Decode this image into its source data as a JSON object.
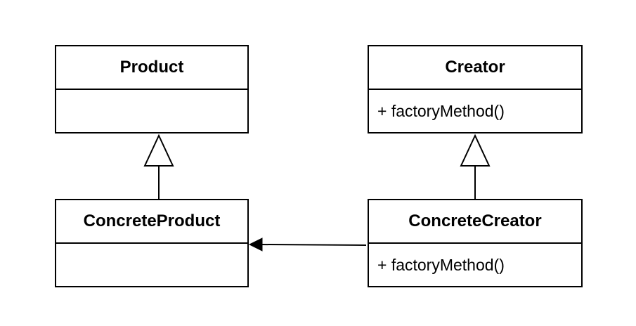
{
  "classes": {
    "product": {
      "name": "Product",
      "members": []
    },
    "creator": {
      "name": "Creator",
      "members": [
        "+ factoryMethod()"
      ]
    },
    "concrete_product": {
      "name": "ConcreteProduct",
      "members": []
    },
    "concrete_creator": {
      "name": "ConcreteCreator",
      "members": [
        "+ factoryMethod()"
      ]
    }
  },
  "relations": [
    {
      "type": "inheritance",
      "from": "ConcreteProduct",
      "to": "Product"
    },
    {
      "type": "inheritance",
      "from": "ConcreteCreator",
      "to": "Creator"
    },
    {
      "type": "association",
      "from": "ConcreteCreator",
      "to": "ConcreteProduct"
    }
  ],
  "colors": {
    "stroke": "#000000",
    "fill": "#ffffff"
  }
}
